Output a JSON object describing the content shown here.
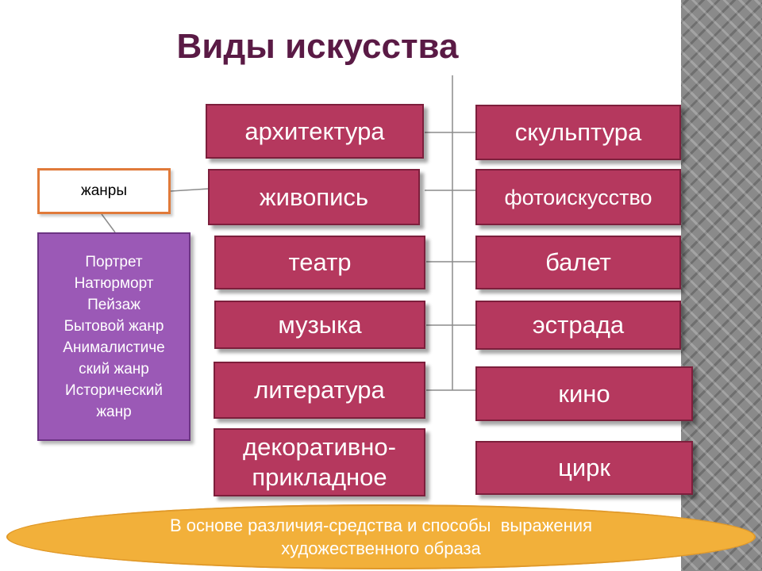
{
  "title": "Виды искусства",
  "left_column": [
    "архитектура",
    "живопись",
    "театр",
    "музыка",
    "литература",
    "декоративно-прикладное"
  ],
  "right_column": [
    "скульптура",
    "фотоискусство",
    "балет",
    "эстрада",
    "кино",
    "цирк"
  ],
  "genres": {
    "label": "жанры",
    "items": [
      "Портрет",
      "Натюрморт",
      "Пейзаж",
      "Бытовой жанр",
      "Анималистиче",
      "ский жанр",
      "Исторический",
      "жанр"
    ]
  },
  "footer": {
    "line1": "В основе различия-средства и способы  выражения",
    "line2": "художественного образа"
  },
  "colors": {
    "box_fill": "#b5385e",
    "title": "#5a1a45",
    "genres_fill": "#9b59b6",
    "genres_border": "#e07a3a",
    "footer_fill": "#f2b03a"
  }
}
